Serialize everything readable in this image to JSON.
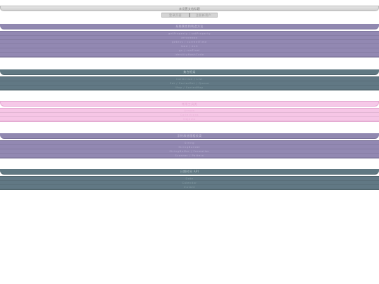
{
  "window": {
    "title": "未设置文档标题"
  },
  "tabs": [
    {
      "label": "登录页面"
    },
    {
      "label": "注册新用户"
    }
  ],
  "sections": [
    {
      "title": "系统属性和构造方法",
      "rows": [
        "getProperty / setProperty",
        "arraycopy",
        "getenv / currentTime",
        "load / exit",
        "gc / runFinal",
        "identityHashCode"
      ]
    },
    {
      "title": "集合框架",
      "rows": [
        "Collection / List",
        "Set / SortedSet / Queue",
        "Map / SortedMap"
      ]
    },
    {
      "title": "常用工具类",
      "rows": [
        "Arrays",
        "Collections",
        "Objects"
      ]
    },
    {
      "title": "字符串处理相关类",
      "rows": [
        "String",
        "StringBuilder",
        "StringBuffer / Formatter",
        "Scanner / Pattern"
      ]
    },
    {
      "title": "日期时间 API",
      "rows": [
        "Date",
        "Calendar",
        "Instant"
      ]
    }
  ]
}
